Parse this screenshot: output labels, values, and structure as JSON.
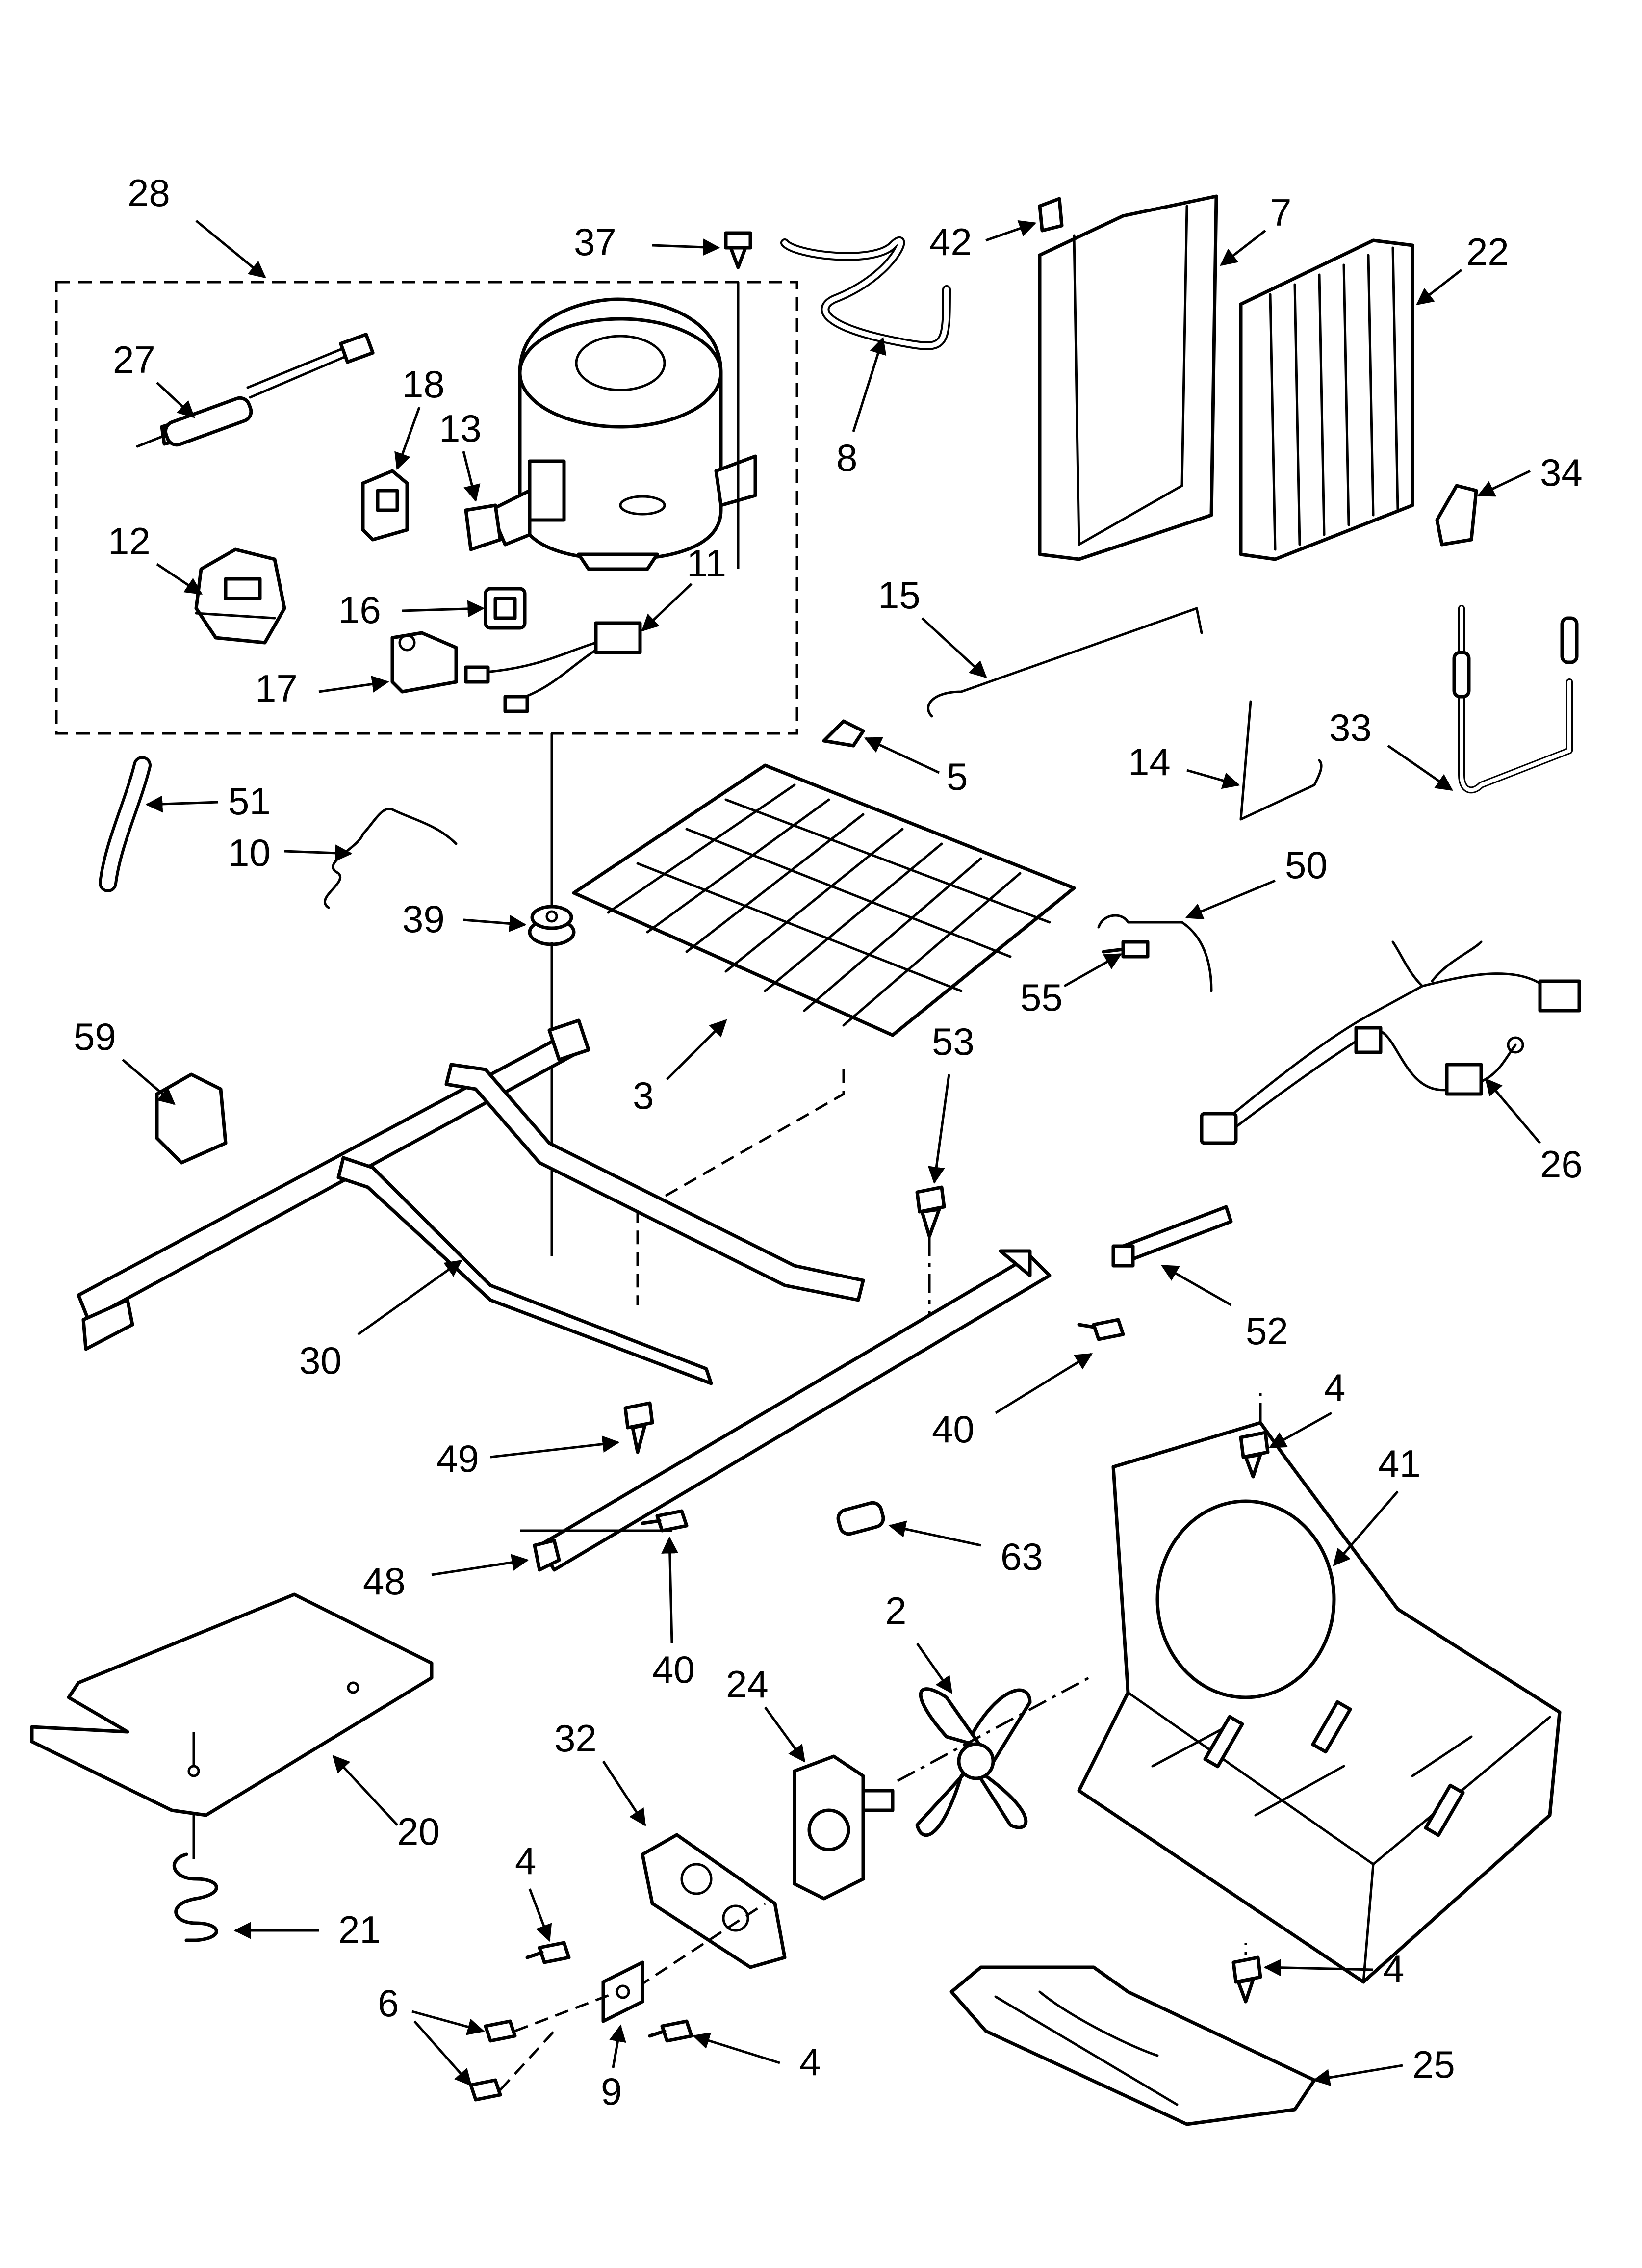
{
  "labels": {
    "l2": "2",
    "l3": "3",
    "l4a": "4",
    "l4b": "4",
    "l4c": "4",
    "l4d": "4",
    "l5": "5",
    "l6": "6",
    "l7": "7",
    "l8": "8",
    "l9": "9",
    "l10": "10",
    "l11": "11",
    "l12": "12",
    "l13": "13",
    "l14": "14",
    "l15": "15",
    "l16": "16",
    "l17": "17",
    "l18": "18",
    "l20": "20",
    "l21": "21",
    "l22": "22",
    "l24": "24",
    "l25": "25",
    "l26": "26",
    "l27": "27",
    "l28": "28",
    "l30": "30",
    "l32": "32",
    "l33": "33",
    "l34": "34",
    "l37": "37",
    "l39": "39",
    "l40a": "40",
    "l40b": "40",
    "l41": "41",
    "l42": "42",
    "l48": "48",
    "l49": "49",
    "l50": "50",
    "l51": "51",
    "l52": "52",
    "l53": "53",
    "l55": "55",
    "l59": "59",
    "l63": "63"
  }
}
